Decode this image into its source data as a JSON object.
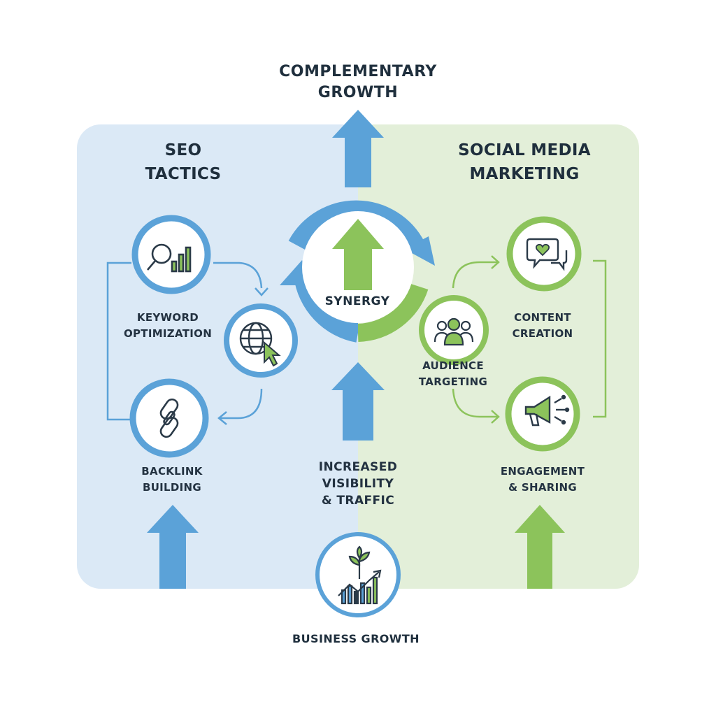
{
  "title": {
    "line1": "COMPLEMENTARY",
    "line2": "GROWTH"
  },
  "panels": {
    "left": {
      "line1": "SEO",
      "line2": "TACTICS"
    },
    "right": {
      "line1": "SOCIAL MEDIA",
      "line2": "MARKETING"
    }
  },
  "center": {
    "synergy": "SYNERGY"
  },
  "seo_nodes": {
    "keyword": {
      "line1": "KEYWORD",
      "line2": "OPTIMIZATION",
      "icon": "magnifier-bar-chart-icon"
    },
    "web": {
      "icon": "globe-cursor-icon"
    },
    "backlink": {
      "line1": "BACKLINK",
      "line2": "BUILDING",
      "icon": "chain-link-icon"
    }
  },
  "social_nodes": {
    "content": {
      "line1": "CONTENT",
      "line2": "CREATION",
      "icon": "chat-heart-icon"
    },
    "audience": {
      "line1": "AUDIENCE",
      "line2": "TARGETING",
      "icon": "people-group-icon"
    },
    "engagement": {
      "line1": "ENGAGEMENT",
      "line2": "& SHARING",
      "icon": "megaphone-icon"
    }
  },
  "middle_label": {
    "line1": "INCREASED",
    "line2": "VISIBILITY",
    "line3": "& TRAFFIC"
  },
  "bottom": {
    "label": "BUSINESS GROWTH",
    "icon": "plant-growth-chart-icon"
  },
  "colors": {
    "blue": "#5ba2d8",
    "blue_panel": "#dbe9f6",
    "green": "#8cc35b",
    "green_panel": "#e3efd9",
    "text": "#1f2f3d",
    "icon_stroke": "#2b3a48"
  }
}
